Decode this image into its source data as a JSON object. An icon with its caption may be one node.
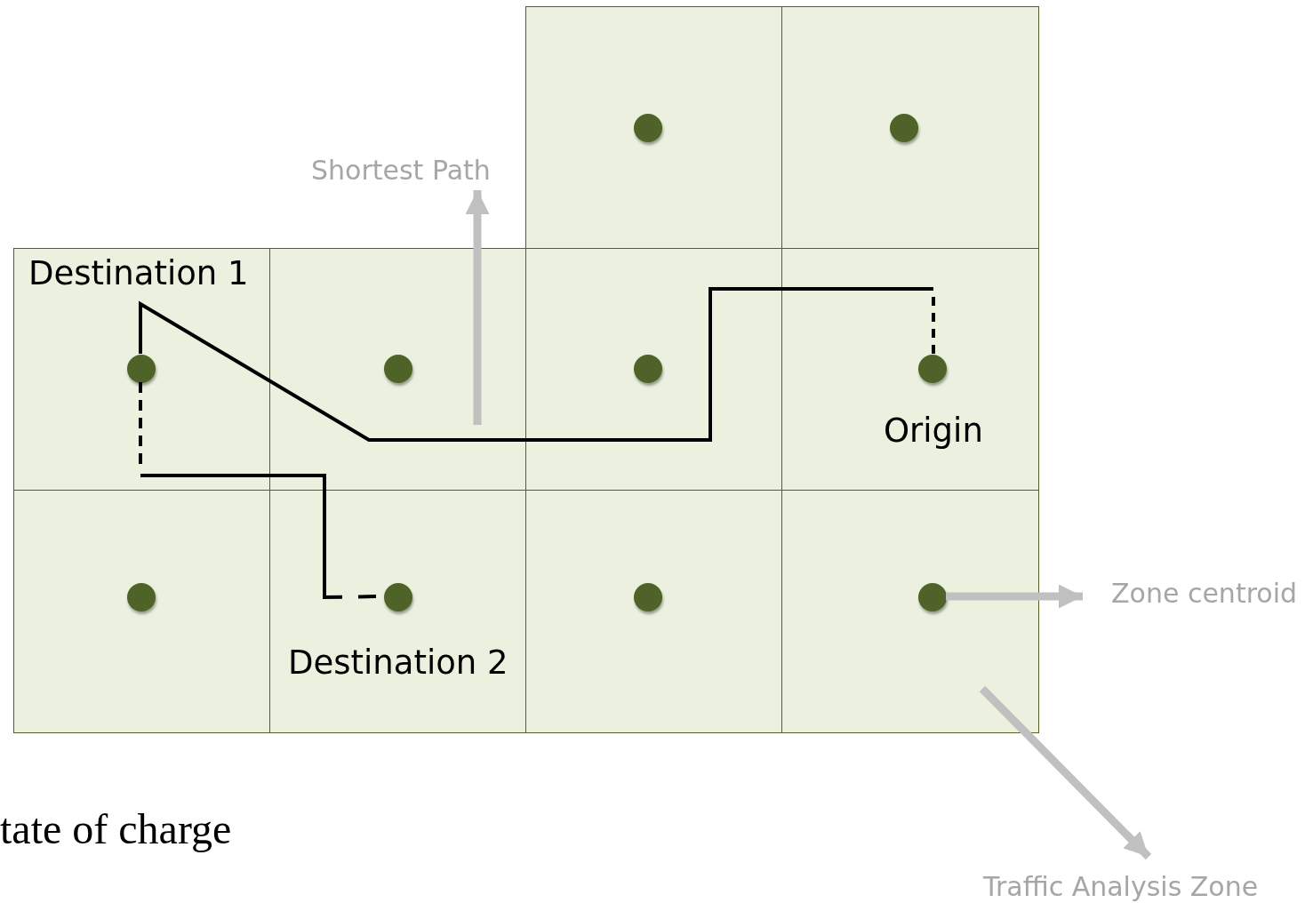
{
  "diagram": {
    "nodes": [
      {
        "text": [],
        "shape": "box"
      },
      {
        "text": [],
        "shape": "circle",
        "in": 0
      },
      {
        "text": [],
        "shape": "box"
      },
      {
        "text": [],
        "shape": "circle",
        "in": 2
      },
      {
        "text": [
          "Destination 1"
        ]
      },
      {
        "text": [],
        "shape": "circle",
        "in": 4
      },
      {
        "text": [],
        "shape": "box"
      },
      {
        "text": [],
        "shape": "circle",
        "in": 6
      },
      {
        "text": [],
        "shape": "box"
      },
      {
        "text": [],
        "shape": "circle",
        "in": 8
      },
      {
        "text": [
          "Origin"
        ]
      },
      {
        "text": [],
        "shape": "circle",
        "in": 10
      },
      {
        "text": [],
        "shape": "box"
      },
      {
        "text": [],
        "shape": "circle",
        "in": 12
      },
      {
        "text": [
          "Destination 2"
        ]
      },
      {
        "text": [],
        "shape": "circle",
        "in": 14
      },
      {
        "text": [],
        "shape": "box"
      },
      {
        "text": [],
        "shape": "circle",
        "in": 16
      },
      {
        "text": [],
        "shape": "box"
      },
      {
        "text": [],
        "shape": "circle",
        "in": 18
      },
      {
        "text": [
          "Shortest Path"
        ]
      },
      {
        "text": [
          "Zone centroid"
        ]
      },
      {
        "text": [
          "Traffic Analysis Zone"
        ]
      }
    ],
    "edges": [
      {
        "from": 11,
        "to": 5,
        "arrow": "none",
        "style": "dashed",
        "color": "#000000"
      },
      {
        "from": 5,
        "to": 15,
        "arrow": "none",
        "style": "dashed",
        "color": "#000000"
      },
      {
        "from": null,
        "to": 20,
        "arrow": "to"
      },
      {
        "from": 19,
        "to": 21,
        "arrow": "to"
      },
      {
        "from": 18,
        "to": 22,
        "arrow": "to"
      }
    ],
    "labels": [
      "tate of charge"
    ]
  }
}
